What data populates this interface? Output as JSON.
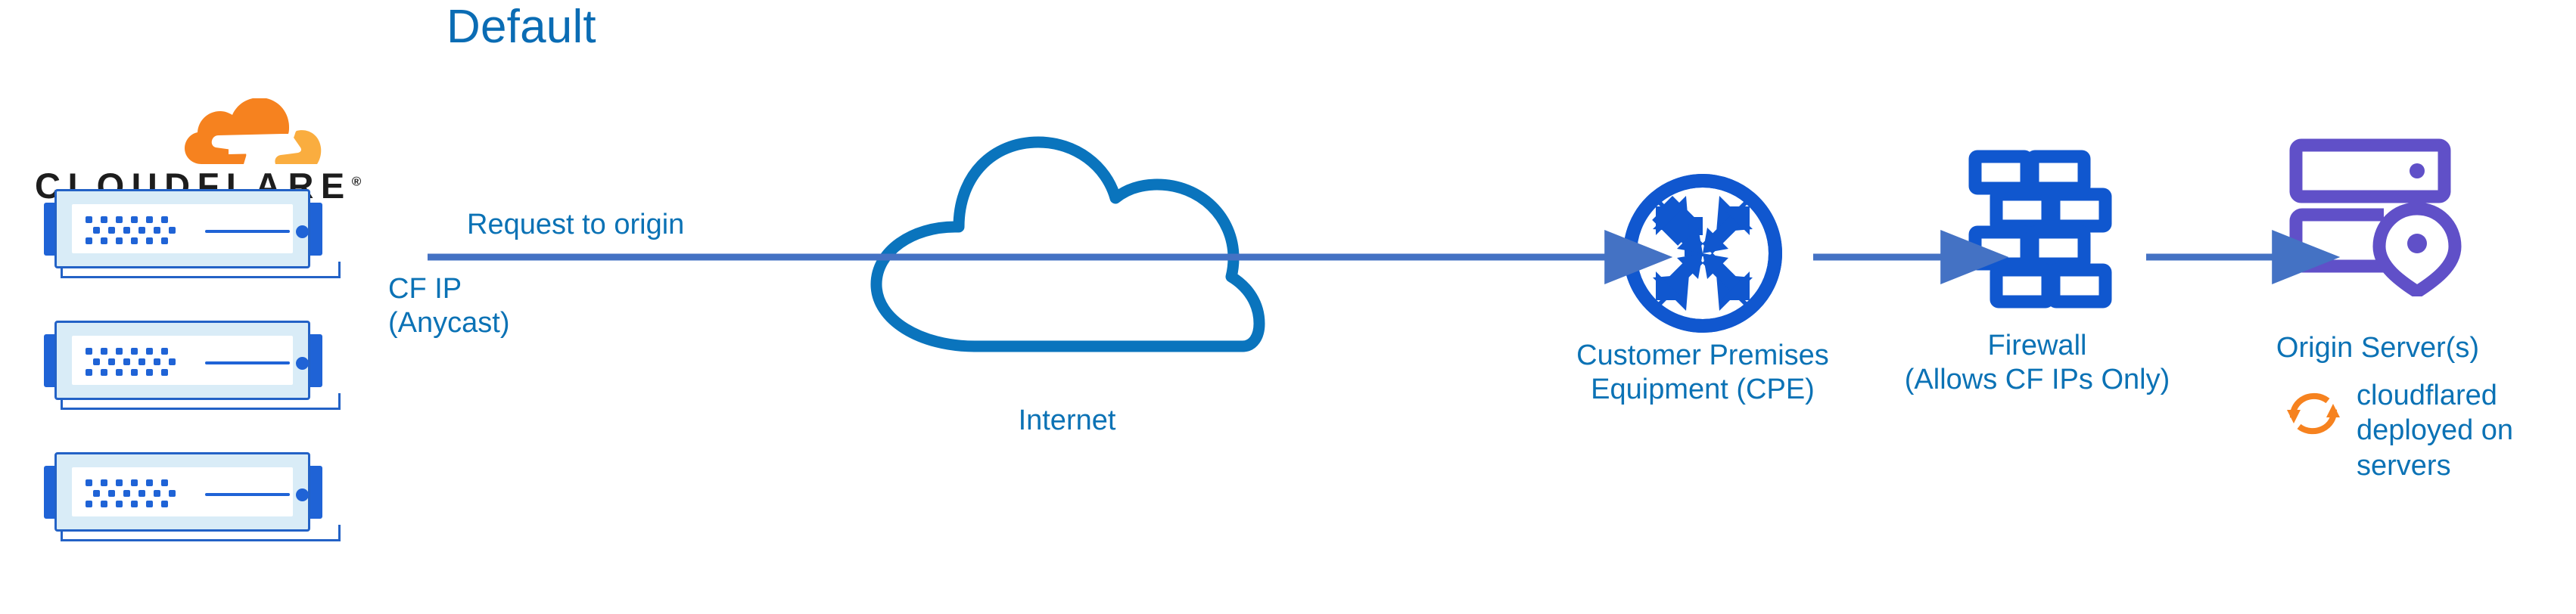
{
  "diagram": {
    "title": "Default",
    "type": "network-architecture-diagram",
    "background_color": "#ffffff"
  },
  "colors": {
    "title_blue": "#0a6cb4",
    "label_blue": "#0b72b5",
    "icon_blue": "#1057cf",
    "cloud_outline_blue": "#0a74bd",
    "arrow_blue": "#4472c4",
    "rack_border_blue": "#2362c6",
    "rack_body_blue": "#d9ecf7",
    "origin_purple": "#6050c8",
    "cloudflare_orange": "#f6821f",
    "cloudflare_orange_light": "#faad3f",
    "wordmark_black": "#1d1d1d"
  },
  "brand": {
    "logo_icon": "cloudflare-cloud-logo",
    "wordmark": "CLOUDFLARE",
    "registered_mark": "®"
  },
  "edge_nodes": {
    "count": 3,
    "icon": "server-rack-icon",
    "dot_rows": 3,
    "dots_per_row": 6
  },
  "flow": {
    "request_label": "Request to origin",
    "source_ip_label_line1": "CF IP",
    "source_ip_label_line2": "(Anycast)",
    "arrow_icon": "right-arrow-icon"
  },
  "nodes": [
    {
      "id": "internet",
      "icon": "cloud-outline-icon",
      "label": "Internet"
    },
    {
      "id": "cpe",
      "icon": "router-icon",
      "label_line1": "Customer Premises",
      "label_line2": "Equipment (CPE)"
    },
    {
      "id": "firewall",
      "icon": "brick-wall-icon",
      "label_line1": "Firewall",
      "label_line2": "(Allows CF IPs Only)"
    },
    {
      "id": "origin",
      "icon": "server-with-location-pin-icon",
      "label": "Origin Server(s)"
    }
  ],
  "annotation": {
    "icon": "sync-arrows-icon",
    "line1": "cloudflared",
    "line2": "deployed on",
    "line3": "servers"
  }
}
